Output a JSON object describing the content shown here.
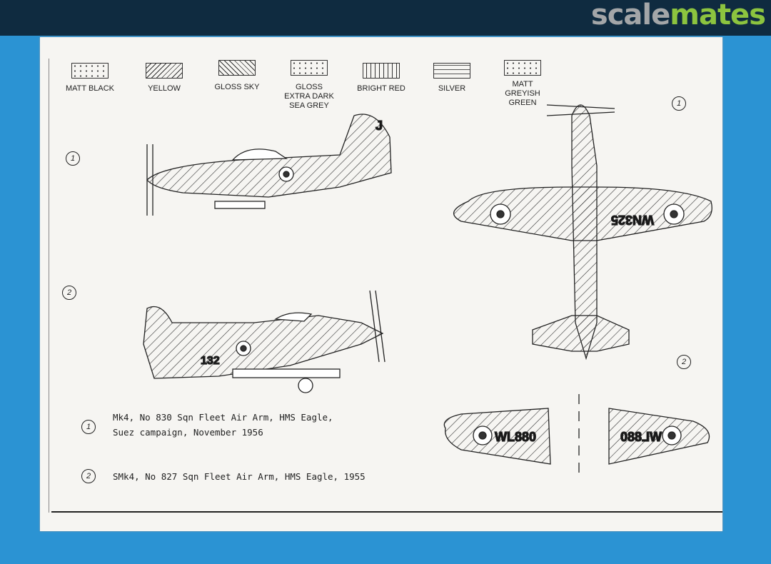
{
  "site": {
    "logo_part1": "scale",
    "logo_part2": "mates"
  },
  "legend": [
    {
      "label": "MATT BLACK",
      "pattern": "dots"
    },
    {
      "label": "YELLOW",
      "pattern": "forward-hatch"
    },
    {
      "label": "GLOSS SKY",
      "pattern": "back-hatch"
    },
    {
      "label": "GLOSS EXTRA DARK SEA GREY",
      "pattern": "dots"
    },
    {
      "label": "BRIGHT RED",
      "pattern": "vertical-dashes"
    },
    {
      "label": "SILVER",
      "pattern": "dashes"
    },
    {
      "label": "MATT GREYISH GREEN",
      "pattern": "dots"
    }
  ],
  "profiles": {
    "one_number": "1",
    "two_number": "2",
    "plan_one_number": "1",
    "plan_two_number": "2",
    "tail_code_1": "J",
    "fuselage_code_2": "132",
    "wing_serial_1": "WN325",
    "wing_serial_2": "WL880"
  },
  "captions": [
    {
      "number": "1",
      "line1": "Mk4, No 830 Sqn Fleet Air Arm, HMS Eagle,",
      "line2": "Suez campaign, November 1956"
    },
    {
      "number": "2",
      "line1": "SMk4, No 827 Sqn Fleet Air Arm, HMS Eagle, 1955"
    }
  ]
}
